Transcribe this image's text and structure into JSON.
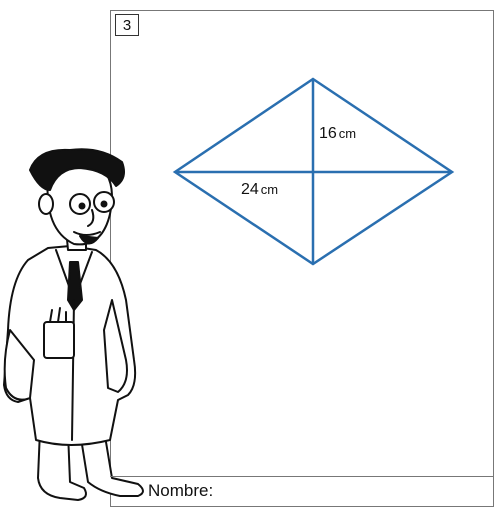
{
  "exercise_number": "3",
  "diagram": {
    "shape": "rhombus",
    "diagonal_long_label": "24",
    "diagonal_short_label": "16",
    "unit": "cm",
    "stroke_color": "#2a6fb0"
  },
  "footer": {
    "name_label": "Nombre:"
  },
  "character_icon": "scientist-cartoon-icon"
}
